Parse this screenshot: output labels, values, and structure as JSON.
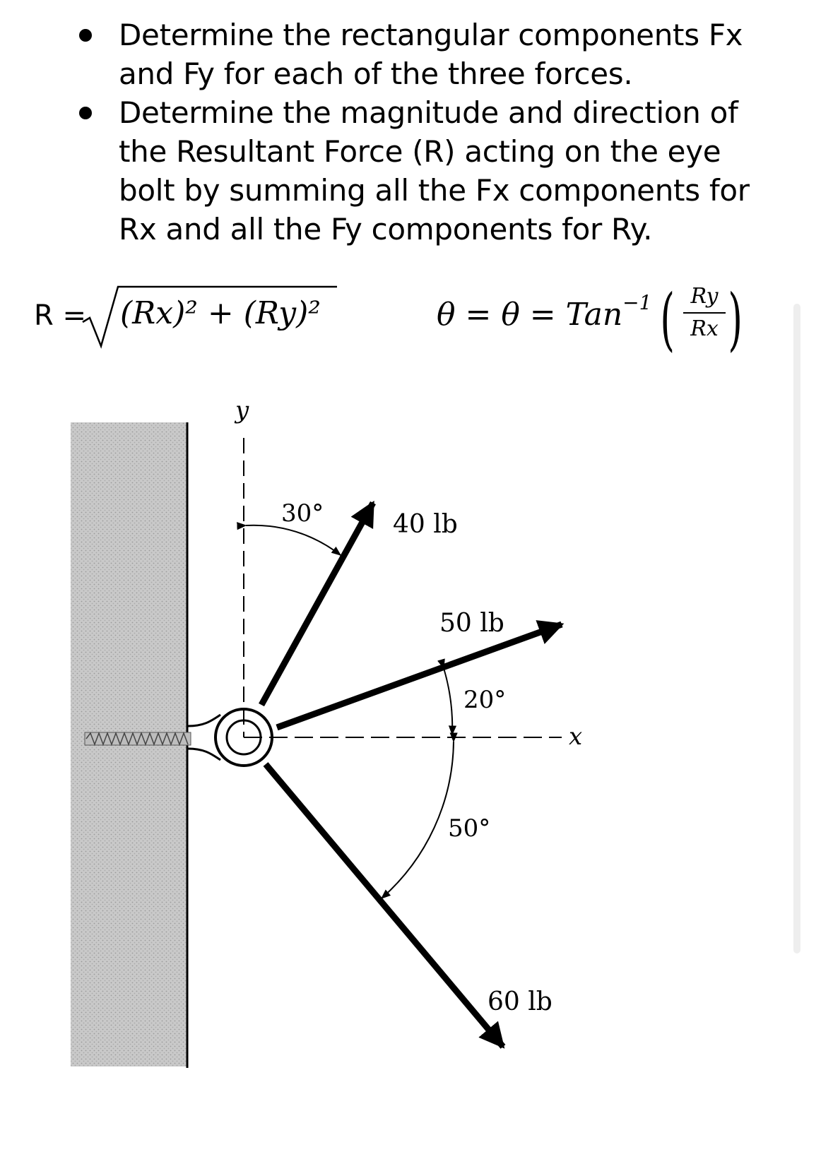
{
  "instructions": [
    "Determine the rectangular components Fx and Fy for each of the three forces.",
    "Determine the magnitude and direction of the Resultant Force (R) acting on the eye bolt by summing all the Fx components for Rx and all the Fy components for Ry."
  ],
  "formulas": {
    "resultant": {
      "label": "R =",
      "expression": "(Rx)² + (Ry)²"
    },
    "direction": {
      "label": "θ = θ = Tan",
      "exponent": "−1",
      "numerator": "Ry",
      "denominator": "Rx"
    }
  },
  "figure": {
    "axis_x": "x",
    "axis_y": "y",
    "forces": [
      {
        "magnitude": "40 lb",
        "angle_label": "30°"
      },
      {
        "magnitude": "50 lb",
        "angle_label": "20°"
      },
      {
        "magnitude": "60 lb",
        "angle_label": "50°"
      }
    ]
  }
}
